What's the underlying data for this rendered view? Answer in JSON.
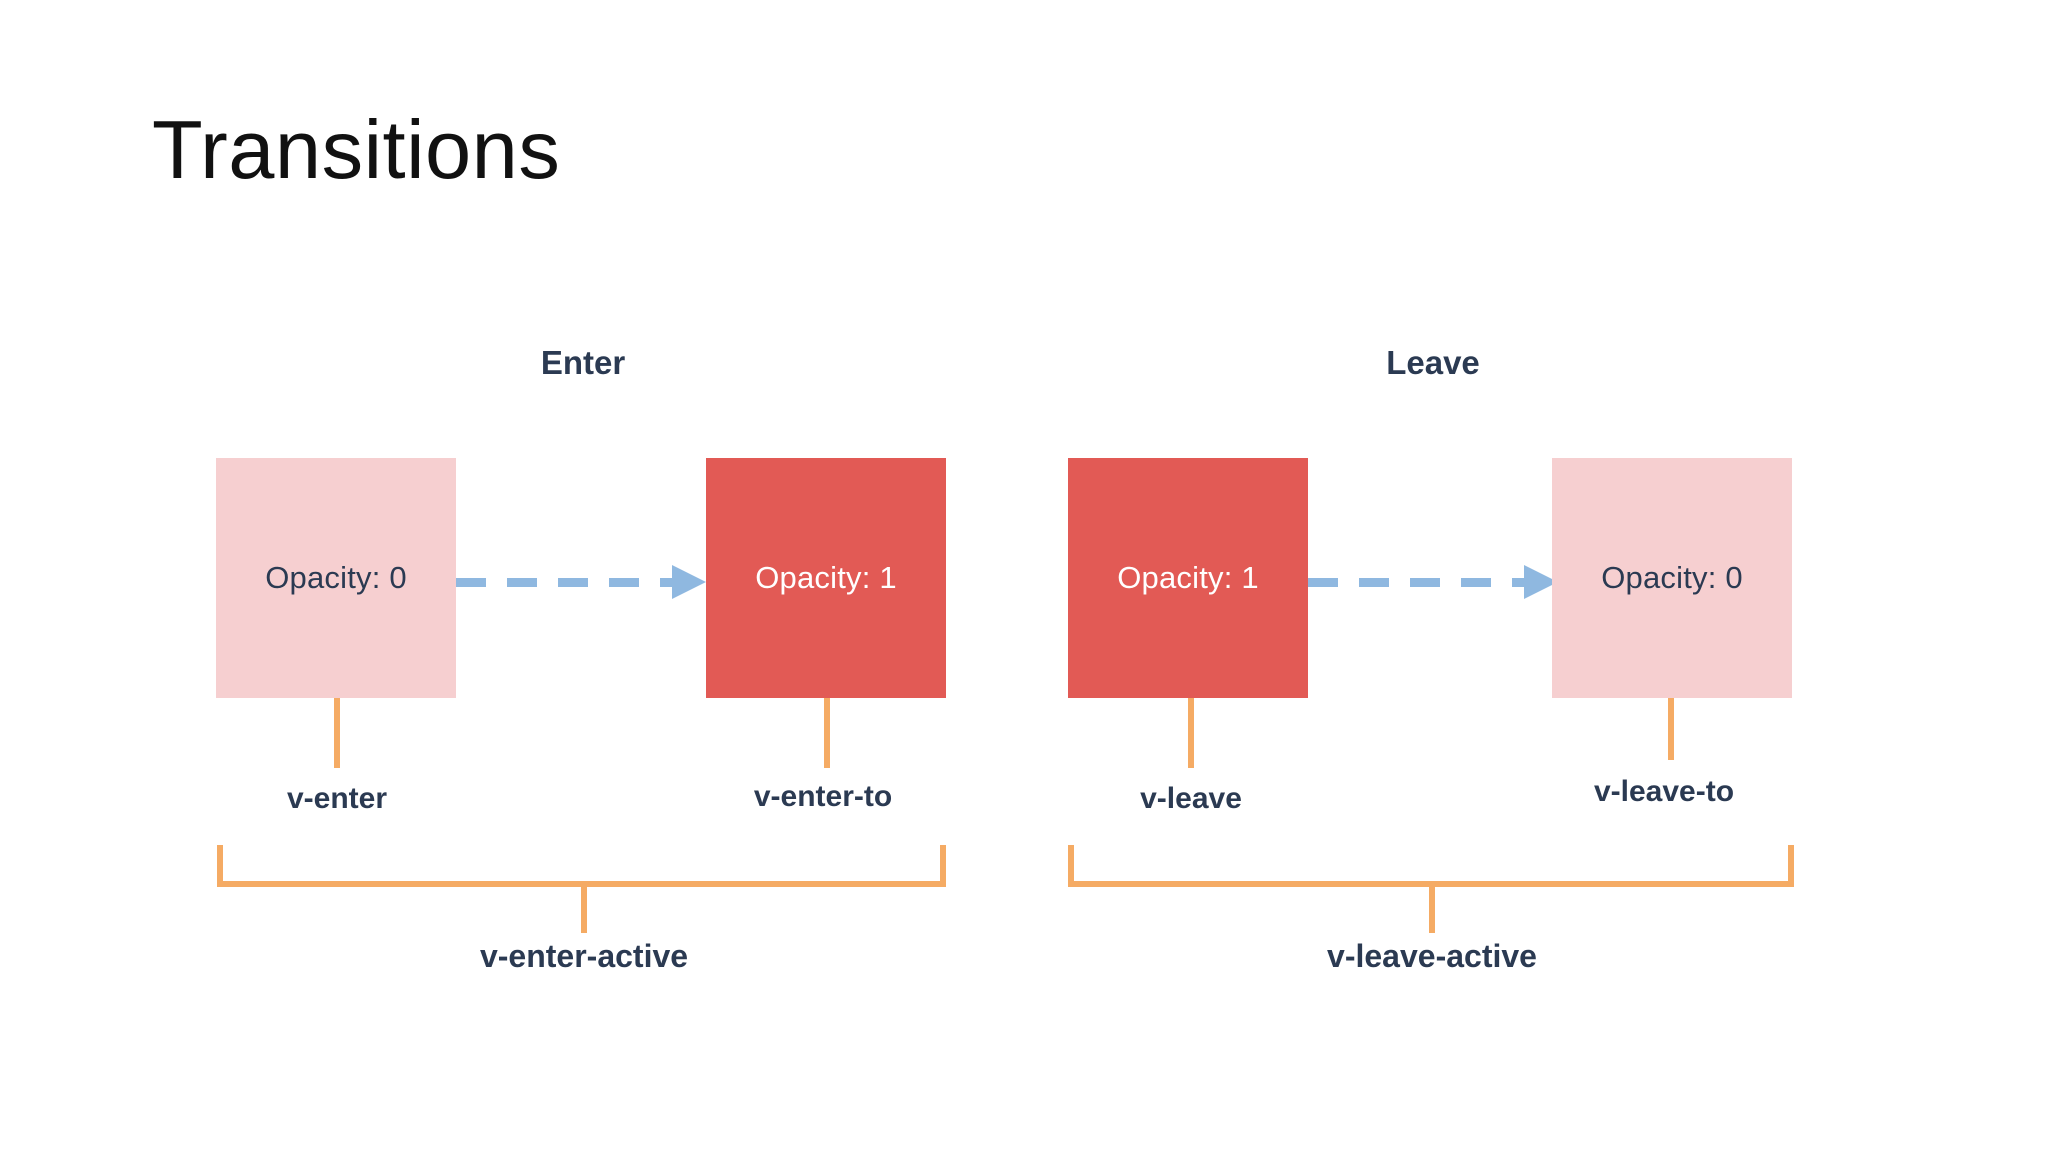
{
  "slide": {
    "title": "Transitions",
    "background_color": "#ffffff"
  },
  "colors": {
    "box_faded": "#f6cfd0",
    "box_solid": "#e25a55",
    "arrow": "#8fb8e0",
    "bracket": "#f5ab64",
    "text_dark": "#2b3a52",
    "text_on_solid": "#ffffff",
    "title_text": "#111111"
  },
  "groups": [
    {
      "heading": "Enter",
      "from_box": {
        "label": "Opacity: 0",
        "style": "faded"
      },
      "to_box": {
        "label": "Opacity: 1",
        "style": "solid"
      },
      "arrow": {
        "style": "dashed",
        "direction": "right"
      },
      "from_tick_label": "v-enter",
      "to_tick_label": "v-enter-to",
      "bracket_label": "v-enter-active"
    },
    {
      "heading": "Leave",
      "from_box": {
        "label": "Opacity: 1",
        "style": "solid"
      },
      "to_box": {
        "label": "Opacity: 0",
        "style": "faded"
      },
      "arrow": {
        "style": "dashed",
        "direction": "right"
      },
      "from_tick_label": "v-leave",
      "to_tick_label": "v-leave-to",
      "bracket_label": "v-leave-active"
    }
  ]
}
